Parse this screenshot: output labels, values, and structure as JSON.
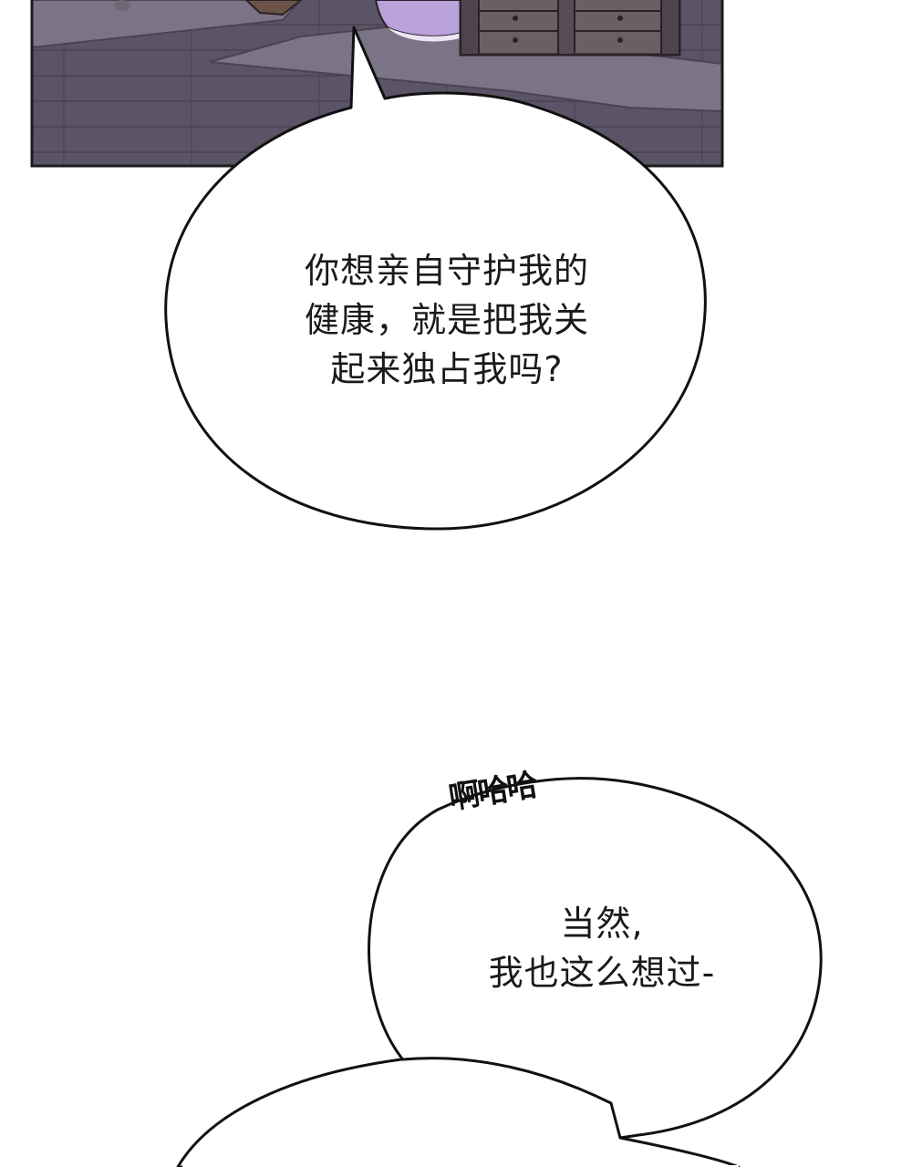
{
  "panel": {
    "frame_color": "#1c1c1c",
    "floor_color": "#5b5366",
    "rug_color": "#7a7486",
    "chest_color": "#6b5f66",
    "dress_color": "#b9a3d9"
  },
  "bubbles": [
    {
      "lines": [
        "你想亲自守护我的",
        "健康，就是把我关",
        "起来独占我吗?"
      ]
    },
    {
      "lines": [
        "当然,",
        "我也这么想过-"
      ]
    }
  ],
  "sfx": {
    "laugh": "啊哈哈"
  },
  "colors": {
    "ink": "#111111",
    "bubble_fill": "#ffffff"
  }
}
